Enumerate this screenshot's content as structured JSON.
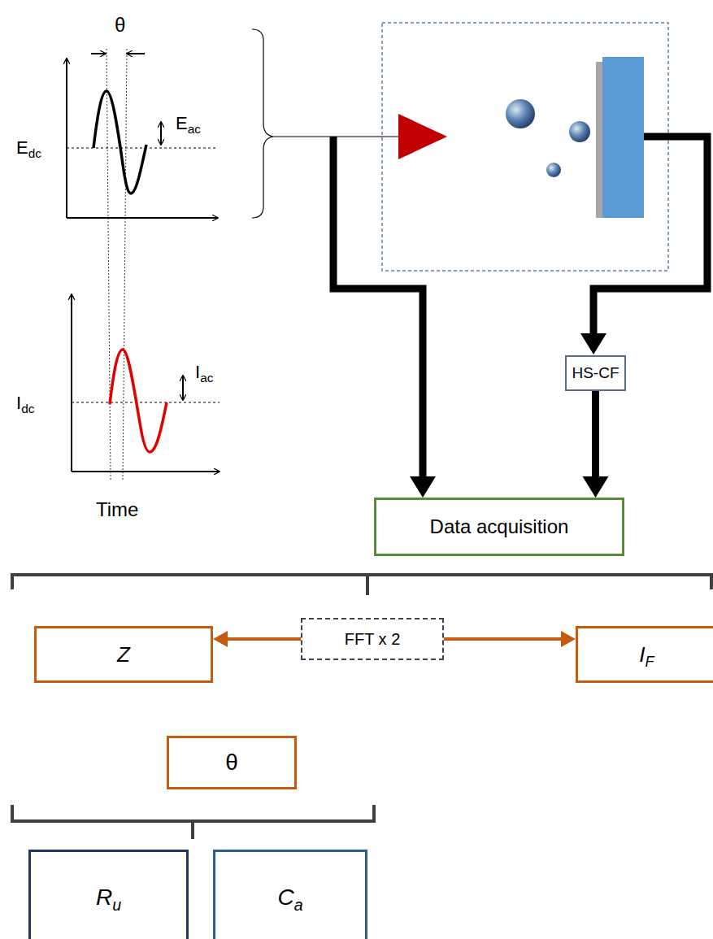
{
  "diagram": {
    "nodes": [
      {
        "text": [
          "HS-CF"
        ]
      },
      {
        "text": [
          "Data acquisition"
        ]
      },
      {
        "text": [
          "FFT x 2"
        ]
      },
      {
        "text": [
          "Z"
        ]
      },
      {
        "text": [
          "IF"
        ]
      },
      {
        "text": [
          "θ"
        ]
      },
      {
        "text": [
          "Ru"
        ]
      },
      {
        "text": [
          "Ca"
        ]
      }
    ],
    "edges": [
      {
        "from": 0,
        "to": 1,
        "arrow": "to"
      },
      {
        "from": 2,
        "to": 3,
        "arrow": "to"
      },
      {
        "from": 2,
        "to": 4,
        "arrow": "to"
      },
      {
        "from": 2,
        "to": 5,
        "arrow": "to"
      }
    ],
    "labels": [
      "θ",
      "Eac",
      "Edc",
      "Iac",
      "Idc",
      "Time"
    ]
  }
}
